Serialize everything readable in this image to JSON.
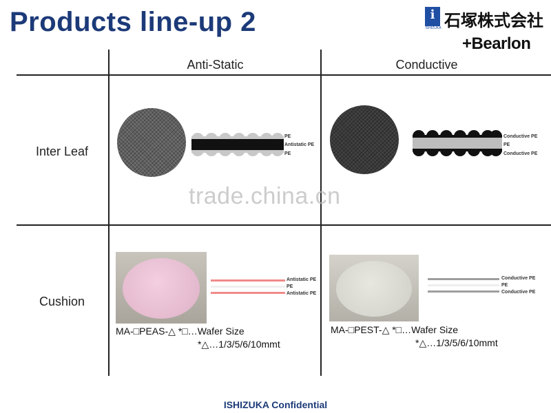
{
  "header": {
    "title": "Products line-up 2",
    "logo": {
      "badge_glyph": "i",
      "badge_sub": "ISHIZUKA",
      "japanese_name": "石塚株式会社",
      "brand": "+Bearlon",
      "brand_color": "#1f4fa3"
    }
  },
  "table": {
    "columns": [
      "Anti-Static",
      "Conductive"
    ],
    "rows": [
      {
        "label": "Inter Leaf",
        "cells": [
          {
            "layers": [
              "PE",
              "Antistatic PE",
              "PE"
            ]
          },
          {
            "layers": [
              "Conductive PE",
              "PE",
              "Conductive PE"
            ]
          }
        ]
      },
      {
        "label": "Cushion",
        "cells": [
          {
            "layers": [
              "Antistatic PE",
              "PE",
              "Antistatic PE"
            ],
            "model_line1": "MA-□PEAS-△ *□…Wafer Size",
            "model_line2": "*△…1/3/5/6/10mmt"
          },
          {
            "layers": [
              "Conductive PE",
              "PE",
              "Conductive PE"
            ],
            "model_line1": "MA-□PEST-△ *□…Wafer Size",
            "model_line2": "*△…1/3/5/6/10mmt"
          }
        ]
      }
    ]
  },
  "watermark": "trade.china.cn",
  "footer": "ISHIZUKA Confidential",
  "colors": {
    "title": "#1c3a78",
    "antistatic_layer": "#f08a8a",
    "conductive_layer": "#9e9e9e"
  }
}
